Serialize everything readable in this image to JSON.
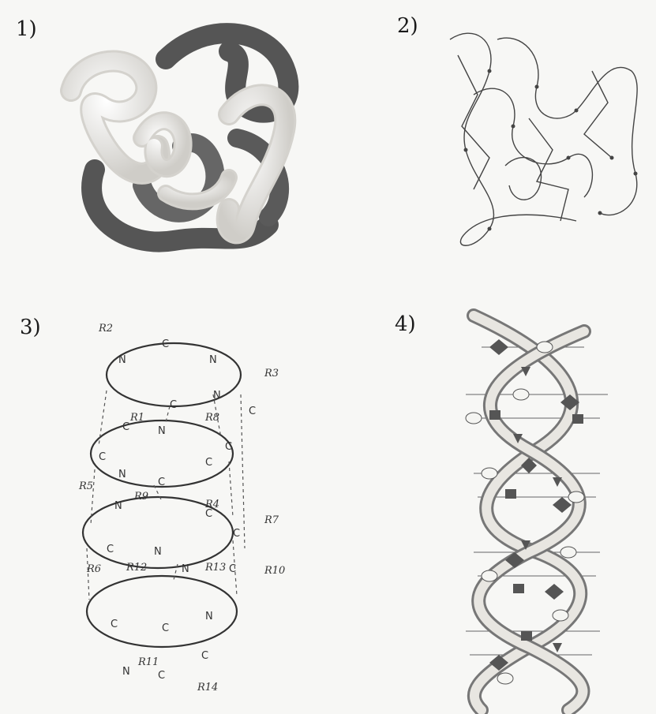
{
  "panels": [
    {
      "label": "1)"
    },
    {
      "label": "2)"
    },
    {
      "label": "3)"
    },
    {
      "label": "4)"
    }
  ],
  "helix_labels": [
    "R2",
    "R3",
    "R1",
    "R8",
    "R5",
    "R9",
    "R4",
    "R7",
    "R6",
    "R12",
    "R13",
    "R10",
    "R11",
    "R14"
  ],
  "colors": {
    "background": "#f7f7f5",
    "light_tube": "#e6e4df",
    "dark_tube": "#5d5d5d",
    "ink": "#333333"
  }
}
